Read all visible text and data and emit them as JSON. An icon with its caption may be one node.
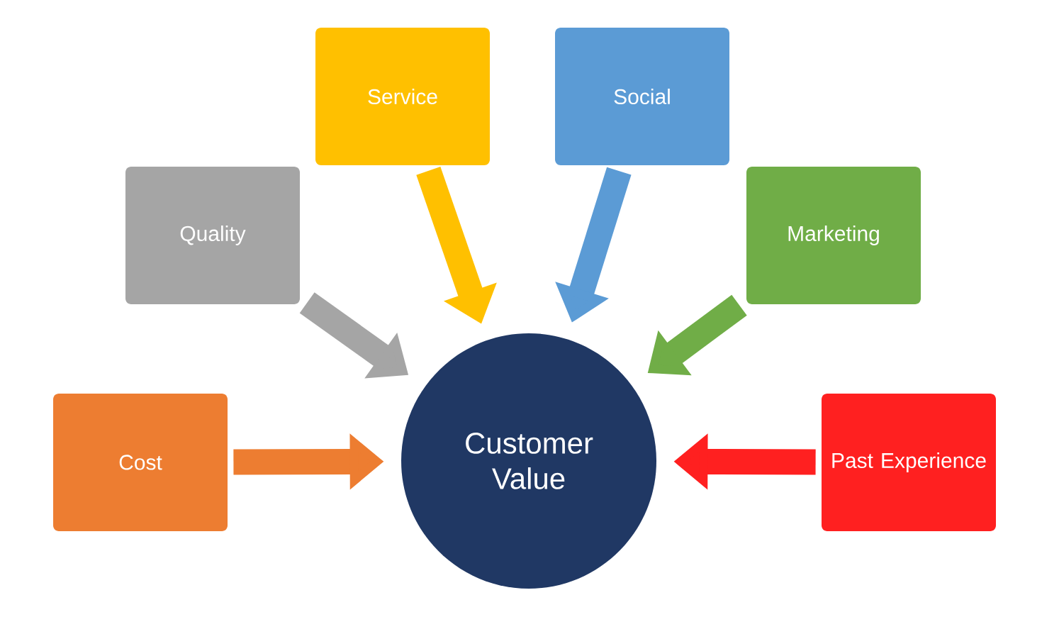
{
  "diagram": {
    "nodes": [
      {
        "text": [
          "Cost"
        ]
      },
      {
        "text": [
          "Quality"
        ]
      },
      {
        "text": [
          "Service"
        ]
      },
      {
        "text": [
          "Social"
        ]
      },
      {
        "text": [
          "Marketing"
        ]
      },
      {
        "text": [
          "Past Experience"
        ]
      },
      {
        "text": [
          "Customer Value"
        ]
      }
    ],
    "edges": [
      {
        "from": 0,
        "to": 6,
        "arrow": "to",
        "color": "#ed7d31"
      },
      {
        "from": 1,
        "to": 6,
        "arrow": "to",
        "color": "#a5a5a5"
      },
      {
        "from": 2,
        "to": 6,
        "arrow": "to",
        "color": "#ffc000"
      },
      {
        "from": 3,
        "to": 6,
        "arrow": "to",
        "color": "#5b9bd5"
      },
      {
        "from": 4,
        "to": 6,
        "arrow": "to",
        "color": "#70ad47"
      },
      {
        "from": 5,
        "to": 6,
        "arrow": "to",
        "color": "#ff2020"
      }
    ]
  }
}
